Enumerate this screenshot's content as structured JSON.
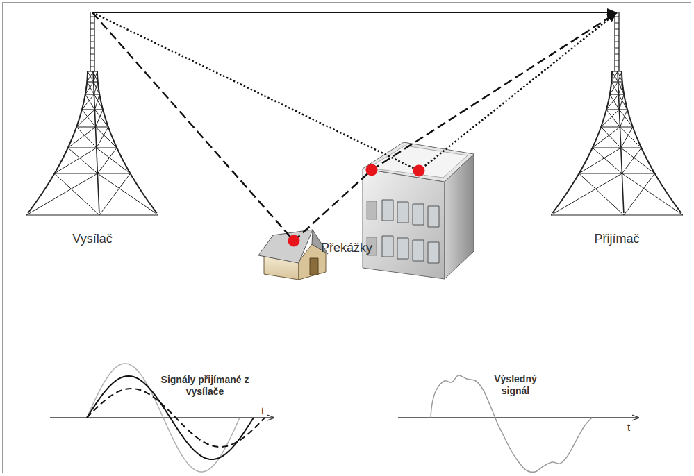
{
  "diagram": {
    "nodes": [
      {
        "text": [
          "Vysílač"
        ]
      },
      {
        "text": [
          "Přijímač"
        ]
      }
    ],
    "edges": [
      {
        "from": 0,
        "to": 1,
        "arrow": "to"
      },
      {
        "from": 0,
        "to": 1,
        "arrow": "to"
      },
      {
        "from": 0,
        "to": 1,
        "arrow": "to"
      }
    ],
    "labels": [
      "Překážky",
      "Signály přijímané z vysílače",
      "Výsledný signál",
      "t",
      "t"
    ]
  }
}
